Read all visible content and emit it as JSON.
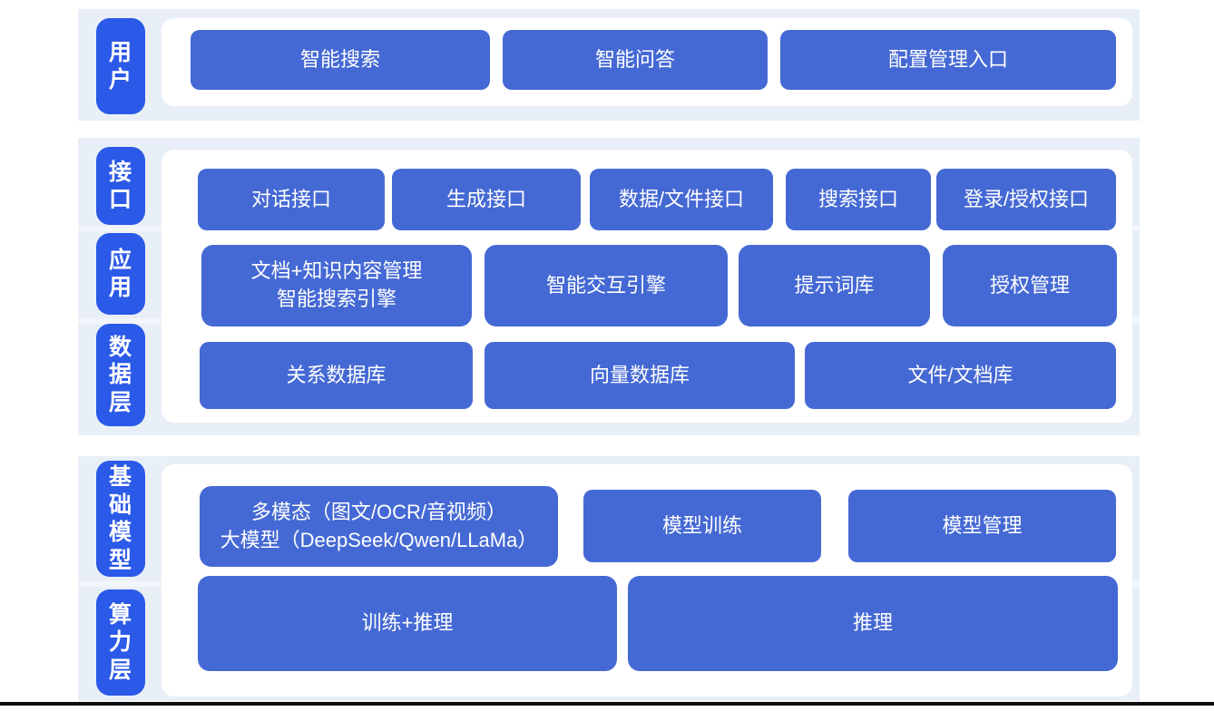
{
  "diagram": {
    "user_layer": {
      "label": "用\n户",
      "boxes": [
        "智能搜索",
        "智能问答",
        "配置管理入口"
      ]
    },
    "interface_layer": {
      "label": "接\n口",
      "boxes": [
        "对话接口",
        "生成接口",
        "数据/文件接口",
        "搜索接口",
        "登录/授权接口"
      ]
    },
    "application_layer": {
      "label": "应\n用",
      "boxes": [
        "文档+知识内容管理\n智能搜索引擎",
        "智能交互引擎",
        "提示词库",
        "授权管理"
      ]
    },
    "data_layer": {
      "label": "数\n据\n层",
      "boxes": [
        "关系数据库",
        "向量数据库",
        "文件/文档库"
      ]
    },
    "foundation_model_layer": {
      "label": "基\n础\n模\n型",
      "boxes": [
        "多模态（图文/OCR/音视频）\n大模型（DeepSeek/Qwen/LLaMa）",
        "模型训练",
        "模型管理"
      ]
    },
    "compute_layer": {
      "label": "算\n力\n层",
      "boxes": [
        "训练+推理",
        "推理"
      ]
    }
  },
  "colors": {
    "pill_blue": "#2b59e8",
    "box_blue": "#4569d4",
    "band_bg": "#e9eff7",
    "band_gap": "#f2f6fb",
    "panel_bg": "#ffffff",
    "text_white": "#ffffff",
    "bottom_line": "#0d0d0d"
  }
}
